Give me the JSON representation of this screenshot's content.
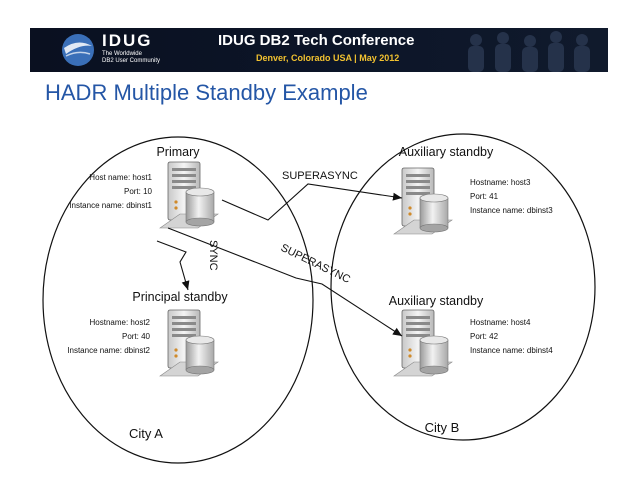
{
  "header": {
    "org": "IDUG",
    "org_sub_line1": "The Worldwide",
    "org_sub_line2": "DB2 User Community",
    "conference_title": "IDUG DB2 Tech Conference",
    "conference_sub": "Denver, Colorado USA | May 2012"
  },
  "slide": {
    "title": "HADR Multiple Standby Example"
  },
  "cities": {
    "a": "City A",
    "b": "City B"
  },
  "nodes": {
    "primary": {
      "title": "Primary",
      "host": "Host name: host1",
      "port": "Port: 10",
      "instance": "Instance name: dbinst1"
    },
    "principal": {
      "title": "Principal standby",
      "host": "Hostname: host2",
      "port": "Port: 40",
      "instance": "Instance name: dbinst2"
    },
    "aux1": {
      "title": "Auxiliary standby",
      "host": "Hostname: host3",
      "port": "Port: 41",
      "instance": "Instance name: dbinst3"
    },
    "aux2": {
      "title": "Auxiliary standby",
      "host": "Hostname: host4",
      "port": "Port: 42",
      "instance": "Instance name: dbinst4"
    }
  },
  "links": {
    "superasync_1": "SUPERASYNC",
    "superasync_2": "SUPERASYNC",
    "sync": "SYNC"
  }
}
